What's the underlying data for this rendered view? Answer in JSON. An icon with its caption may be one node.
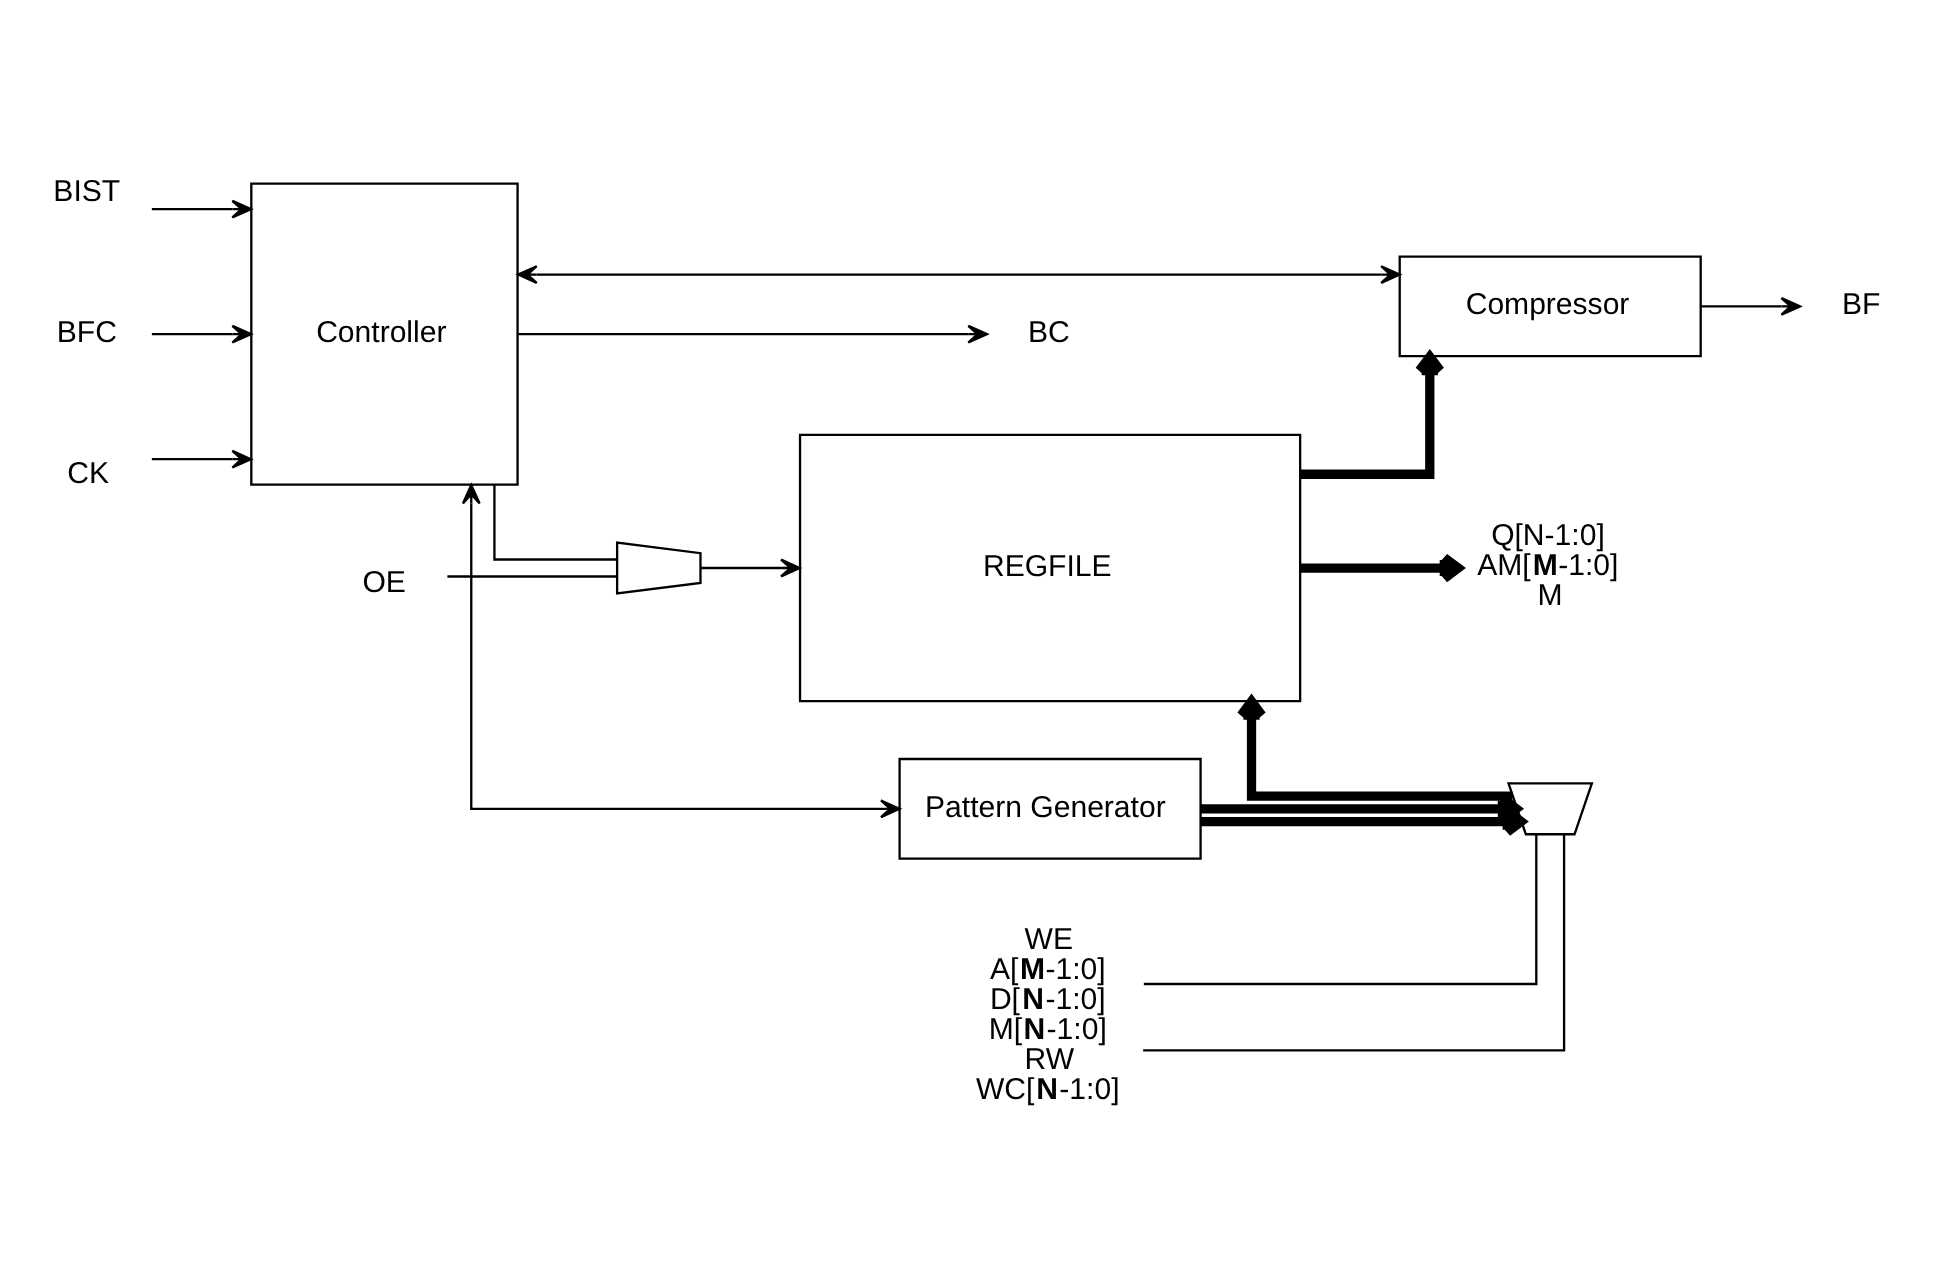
{
  "diagram": {
    "nodes": [
      {
        "text": [
          "Pattern Generator"
        ]
      },
      {
        "text": [
          "WE",
          "A[**M**-1:0]",
          "D[**N**-1:0]",
          "M[**N**-1:0]",
          "RW",
          "WC[**N**-1:0]"
        ]
      },
      {
        "text": [],
        "shape": "trapezoid"
      },
      {
        "text": [
          "BIST"
        ]
      },
      {
        "text": [
          "Controller"
        ]
      },
      {
        "text": [
          "BFC"
        ]
      },
      {
        "text": [
          "CK"
        ]
      },
      {
        "text": [],
        "shape": "trapezoid"
      },
      {
        "text": [
          "REGFILE"
        ]
      },
      {
        "text": [
          "OE"
        ]
      },
      {
        "text": [
          "BC"
        ]
      },
      {
        "text": [
          "Q[N-1:0]",
          "AM[**M**-1:0]",
          "M"
        ]
      },
      {
        "text": [
          "Compressor"
        ]
      },
      {
        "text": [
          "BF"
        ]
      }
    ],
    "edges": [
      {
        "from": 4,
        "to": 0,
        "arrow": "both"
      },
      {
        "from": 0,
        "to": 2,
        "arrow": "to",
        "style": "thick"
      },
      {
        "from": 0,
        "to": 2,
        "arrow": "to",
        "style": "thick"
      },
      {
        "from": 1,
        "to": 2,
        "arrow": "none"
      },
      {
        "from": 1,
        "to": 2,
        "arrow": "none"
      },
      {
        "from": 2,
        "to": 8,
        "arrow": "to",
        "style": "thick"
      },
      {
        "from": 3,
        "to": 4,
        "arrow": "to"
      },
      {
        "from": 5,
        "to": 4,
        "arrow": "to"
      },
      {
        "from": 6,
        "to": 4,
        "arrow": "to"
      },
      {
        "from": 4,
        "to": 7,
        "arrow": "none"
      },
      {
        "from": 9,
        "to": 7,
        "arrow": "none"
      },
      {
        "from": 7,
        "to": 8,
        "arrow": "to"
      },
      {
        "from": 4,
        "to": 10,
        "arrow": "to"
      },
      {
        "from": 4,
        "to": 12,
        "arrow": "both"
      },
      {
        "from": 8,
        "to": 12,
        "arrow": "to",
        "style": "thick"
      },
      {
        "from": 8,
        "to": 11,
        "arrow": "to",
        "style": "thick"
      },
      {
        "from": 12,
        "to": 13,
        "arrow": "to"
      }
    ]
  }
}
